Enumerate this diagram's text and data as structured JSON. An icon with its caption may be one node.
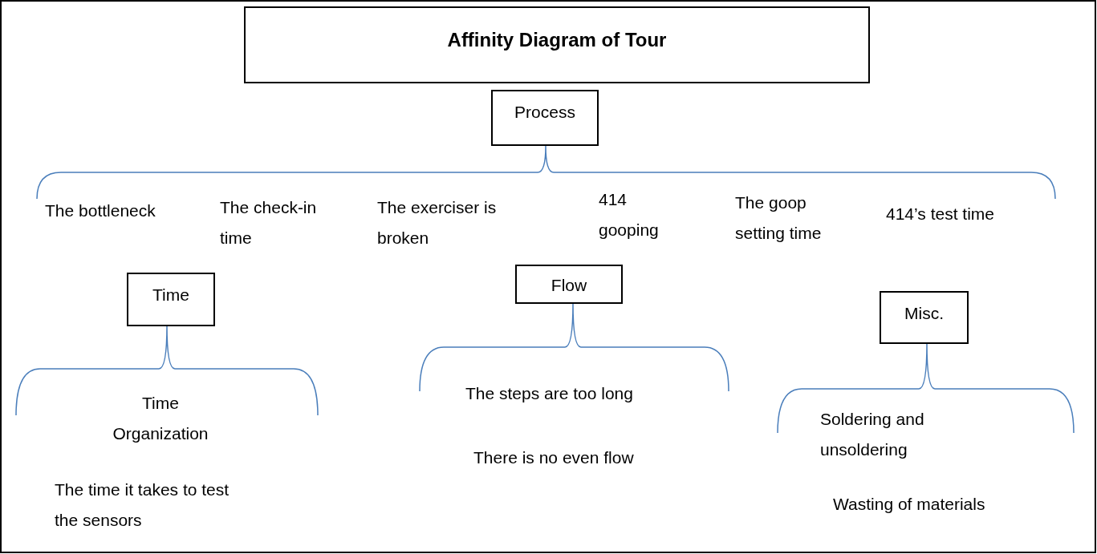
{
  "diagram": {
    "nodes": [
      {
        "text": [
          "Affinity Diagram of Tour"
        ]
      },
      {
        "text": [
          "Process"
        ]
      },
      {
        "text": [
          "Time"
        ]
      },
      {
        "text": [
          "Flow"
        ]
      },
      {
        "text": [
          "Misc."
        ]
      }
    ],
    "edges": [],
    "labels": [
      "The bottleneck",
      "The check-in time",
      "The exerciser is broken",
      "414 gooping",
      "The goop setting time",
      "414’s test time",
      "Time Organization",
      "The time it takes to test the sensors",
      "The steps are too long",
      "There is no even flow",
      "Soldering and unsoldering",
      "Wasting of materials"
    ]
  }
}
